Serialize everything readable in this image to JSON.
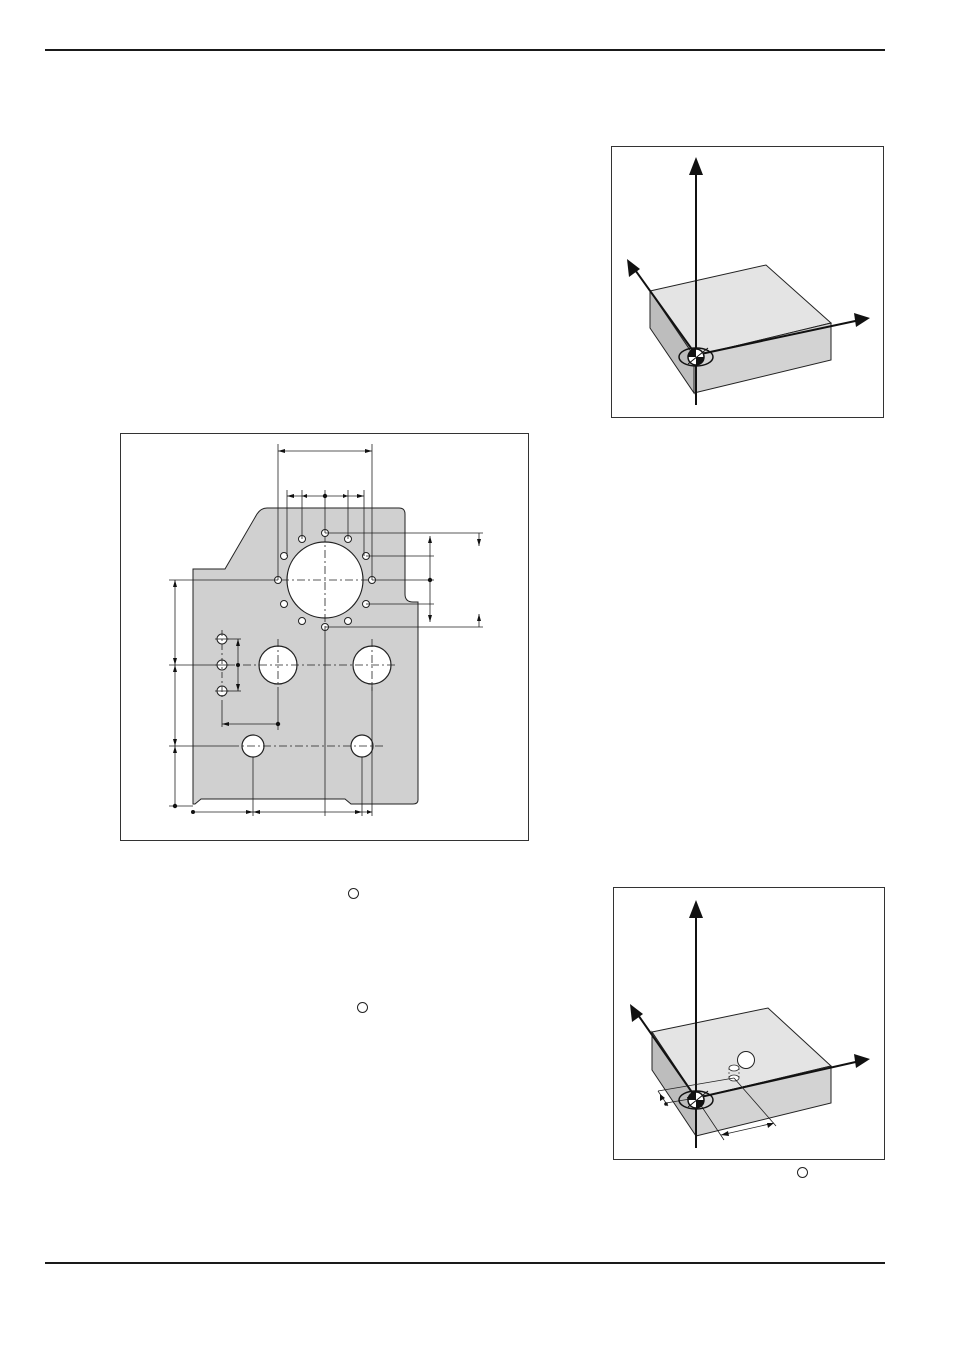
{
  "page": {
    "figures": [
      {
        "id": "workpiece-3d-datum",
        "description_visible": false
      },
      {
        "id": "workpiece-drawing",
        "description_visible": false
      },
      {
        "id": "workpiece-3d-offset-datum",
        "description_visible": false
      }
    ],
    "icons": [
      "circle-marker-icon",
      "circle-marker-icon",
      "circle-marker-icon"
    ],
    "colors": {
      "rule": "#1a1a1a",
      "part_fill": "#d0d0d0",
      "part_top": "#e4e4e4",
      "part_side": "#c6c6c6",
      "ink": "#1a1a1a"
    }
  }
}
